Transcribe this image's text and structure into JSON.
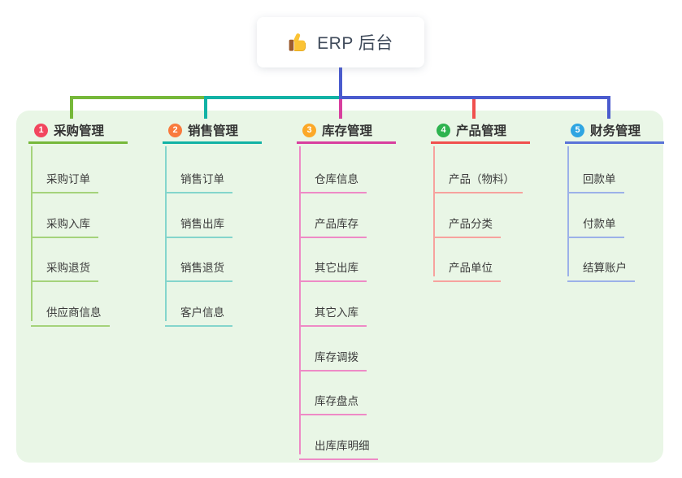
{
  "root": {
    "title": "ERP 后台",
    "icon": "thumbs-up-icon"
  },
  "palette": {
    "panel_background": "#e9f6e6",
    "root_connector": "#4a5bce",
    "branch_1": {
      "badge": "#f2465e",
      "line": "#76b83a",
      "child_line": "#a5d37b"
    },
    "branch_2": {
      "badge": "#f97a3d",
      "line": "#12b2a5",
      "child_line": "#84d5cc"
    },
    "branch_3": {
      "badge": "#fca828",
      "line": "#d83f9e",
      "child_line": "#ee8ac6"
    },
    "branch_4": {
      "badge": "#2eb34f",
      "line": "#f0504e",
      "child_line": "#f7a29e"
    },
    "branch_5": {
      "badge": "#2fa5e2",
      "line": "#5a73d8",
      "child_line": "#9cb1e9"
    }
  },
  "branches": [
    {
      "num": "1",
      "title": "采购管理",
      "children": [
        "采购订单",
        "采购入库",
        "采购退货",
        "供应商信息"
      ]
    },
    {
      "num": "2",
      "title": "销售管理",
      "children": [
        "销售订单",
        "销售出库",
        "销售退货",
        "客户信息"
      ]
    },
    {
      "num": "3",
      "title": "库存管理",
      "children": [
        "仓库信息",
        "产品库存",
        "其它出库",
        "其它入库",
        "库存调拨",
        "库存盘点",
        "出库库明细"
      ]
    },
    {
      "num": "4",
      "title": "产品管理",
      "children": [
        "产品（物料）",
        "产品分类",
        "产品单位"
      ]
    },
    {
      "num": "5",
      "title": "财务管理",
      "children": [
        "回款单",
        "付款单",
        "结算账户"
      ]
    }
  ]
}
